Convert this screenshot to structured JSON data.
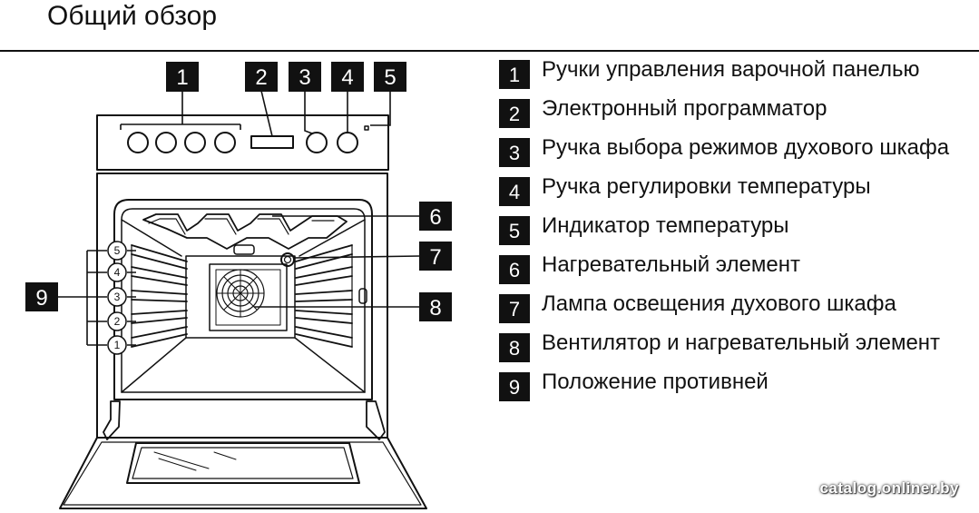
{
  "page": {
    "title": "Общий обзор",
    "watermark": "catalog.onliner.by"
  },
  "diagram": {
    "callouts": [
      "1",
      "2",
      "3",
      "4",
      "5",
      "6",
      "7",
      "8",
      "9"
    ],
    "shelf_positions": [
      "5",
      "4",
      "3",
      "2",
      "1"
    ]
  },
  "legend": [
    {
      "num": "1",
      "text": "Ручки управления варочной панелью"
    },
    {
      "num": "2",
      "text": "Электронный программатор"
    },
    {
      "num": "3",
      "text": "Ручка выбора режимов духового шкафа"
    },
    {
      "num": "4",
      "text": "Ручка регулировки температуры"
    },
    {
      "num": "5",
      "text": "Индикатор температуры"
    },
    {
      "num": "6",
      "text": "Нагревательный элемент"
    },
    {
      "num": "7",
      "text": "Лампа освещения духового шкафа"
    },
    {
      "num": "8",
      "text": "Вентилятор и нагревательный элемент"
    },
    {
      "num": "9",
      "text": "Положение противней"
    }
  ],
  "colors": {
    "ink": "#111111",
    "label_bg": "#111111",
    "label_text": "#ffffff",
    "background": "#ffffff"
  }
}
